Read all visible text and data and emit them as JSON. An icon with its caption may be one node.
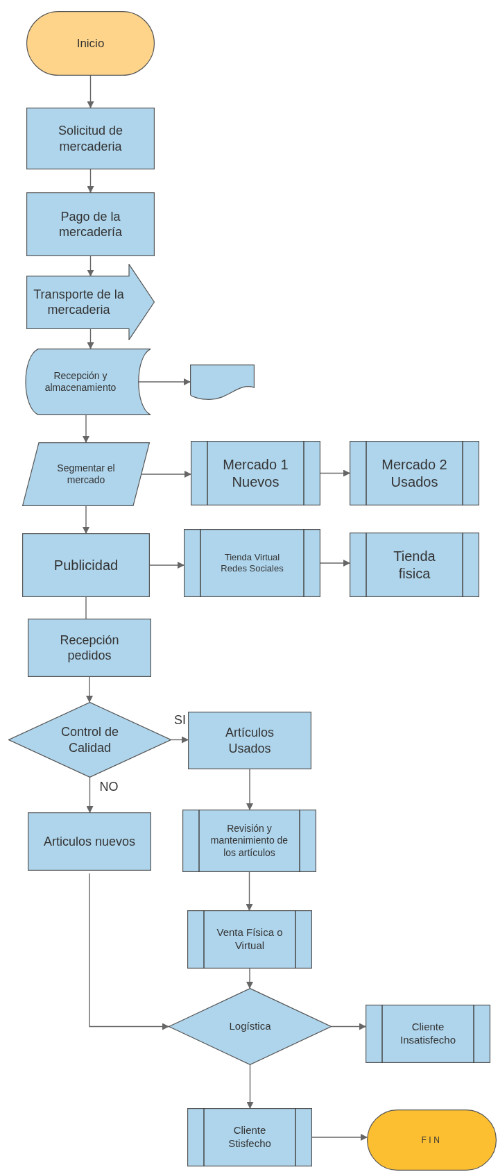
{
  "diagram": {
    "nodes": [
      {
        "text": [
          "Inicio"
        ]
      },
      {
        "text": [
          "Solicitud de mercaderia"
        ]
      },
      {
        "text": [
          "Pago de la mercadería"
        ]
      },
      {
        "text": [
          "Transporte de la mercaderia"
        ]
      },
      {
        "text": [
          "Recepción y almacenamiento"
        ]
      },
      {
        "text": [],
        "shape": "document"
      },
      {
        "text": [
          "Segmentar el mercado"
        ]
      },
      {
        "text": [
          "Mercado 1 Nuevos"
        ]
      },
      {
        "text": [
          "Mercado 2 Usados"
        ]
      },
      {
        "text": [
          "Publicidad"
        ]
      },
      {
        "text": [
          "Tienda Virtual Redes Sociales"
        ]
      },
      {
        "text": [
          "Tienda fisica"
        ]
      },
      {
        "text": [
          "Recepción pedidos"
        ]
      },
      {
        "text": [
          "Control de Calidad"
        ]
      },
      {
        "text": [
          "Artículos Usados"
        ]
      },
      {
        "text": [
          "Articulos nuevos"
        ]
      },
      {
        "text": [
          "Revisión y mantenimiento de los artículos"
        ]
      },
      {
        "text": [
          "Venta Física o Virtual"
        ]
      },
      {
        "text": [
          "Logística"
        ]
      },
      {
        "text": [
          "Cliente Insatisfecho"
        ]
      },
      {
        "text": [
          "Cliente Stisfecho"
        ]
      },
      {
        "text": [
          "FIN"
        ]
      }
    ],
    "edges": [
      {
        "from": 0,
        "to": 1,
        "arrow": "to"
      },
      {
        "from": 1,
        "to": 2,
        "arrow": "to"
      },
      {
        "from": 2,
        "to": 3,
        "arrow": "to"
      },
      {
        "from": 3,
        "to": 4,
        "arrow": "to"
      },
      {
        "from": 4,
        "to": 5,
        "arrow": "to"
      },
      {
        "from": 4,
        "to": 6,
        "arrow": "to"
      },
      {
        "from": 6,
        "to": 7,
        "arrow": "to"
      },
      {
        "from": 7,
        "to": 8,
        "arrow": "to"
      },
      {
        "from": 6,
        "to": 9,
        "arrow": "to"
      },
      {
        "from": 9,
        "to": 10,
        "arrow": "to"
      },
      {
        "from": 10,
        "to": 11,
        "arrow": "to"
      },
      {
        "from": 9,
        "to": 12,
        "arrow": "none"
      },
      {
        "from": 12,
        "to": 13,
        "arrow": "to"
      },
      {
        "from": 13,
        "to": 14,
        "arrow": "to",
        "label": "SI"
      },
      {
        "from": 13,
        "to": 15,
        "arrow": "to",
        "label": "NO"
      },
      {
        "from": 14,
        "to": 16,
        "arrow": "to"
      },
      {
        "from": 16,
        "to": 17,
        "arrow": "to"
      },
      {
        "from": 17,
        "to": 18,
        "arrow": "to"
      },
      {
        "from": 15,
        "to": 18,
        "arrow": "to"
      },
      {
        "from": 18,
        "to": 19,
        "arrow": "to"
      },
      {
        "from": 18,
        "to": 20,
        "arrow": "to"
      },
      {
        "from": 20,
        "to": 21,
        "arrow": "to"
      }
    ]
  }
}
